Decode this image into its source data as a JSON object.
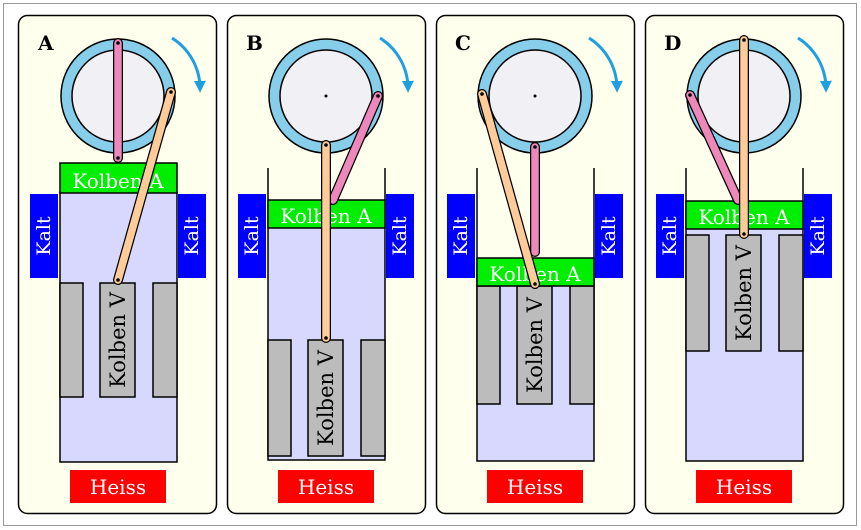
{
  "panels": [
    {
      "letter": "A",
      "hot": "Heiss",
      "cold_left": "Kalt",
      "cold_right": "Kalt",
      "piston_a": "Kolben A",
      "piston_v": "Kolben V"
    },
    {
      "letter": "B",
      "hot": "Heiss",
      "cold_left": "Kalt",
      "cold_right": "Kalt",
      "piston_a": "Kolben A",
      "piston_v": "Kolben V"
    },
    {
      "letter": "C",
      "hot": "Heiss",
      "cold_left": "Kalt",
      "cold_right": "Kalt",
      "piston_a": "Kolben A",
      "piston_v": "Kolben V"
    },
    {
      "letter": "D",
      "hot": "Heiss",
      "cold_left": "Kalt",
      "cold_right": "Kalt",
      "piston_a": "Kolben A",
      "piston_v": "Kolben V"
    }
  ],
  "colors": {
    "panel_bg": "#ffffee",
    "cylinder_fill": "#d8d8ff",
    "hot": "#ff0000",
    "cold": "#0000ff",
    "working_piston": "#00ee00",
    "displacer": "#bcbcbc",
    "wheel_ring": "#87ceeb",
    "wheel_face": "#f0f0f5",
    "rod_pink": "#ee88bb",
    "rod_orange": "#ffcc99",
    "arrow": "#1ea0e0"
  },
  "wheel_rotation": "clockwise"
}
